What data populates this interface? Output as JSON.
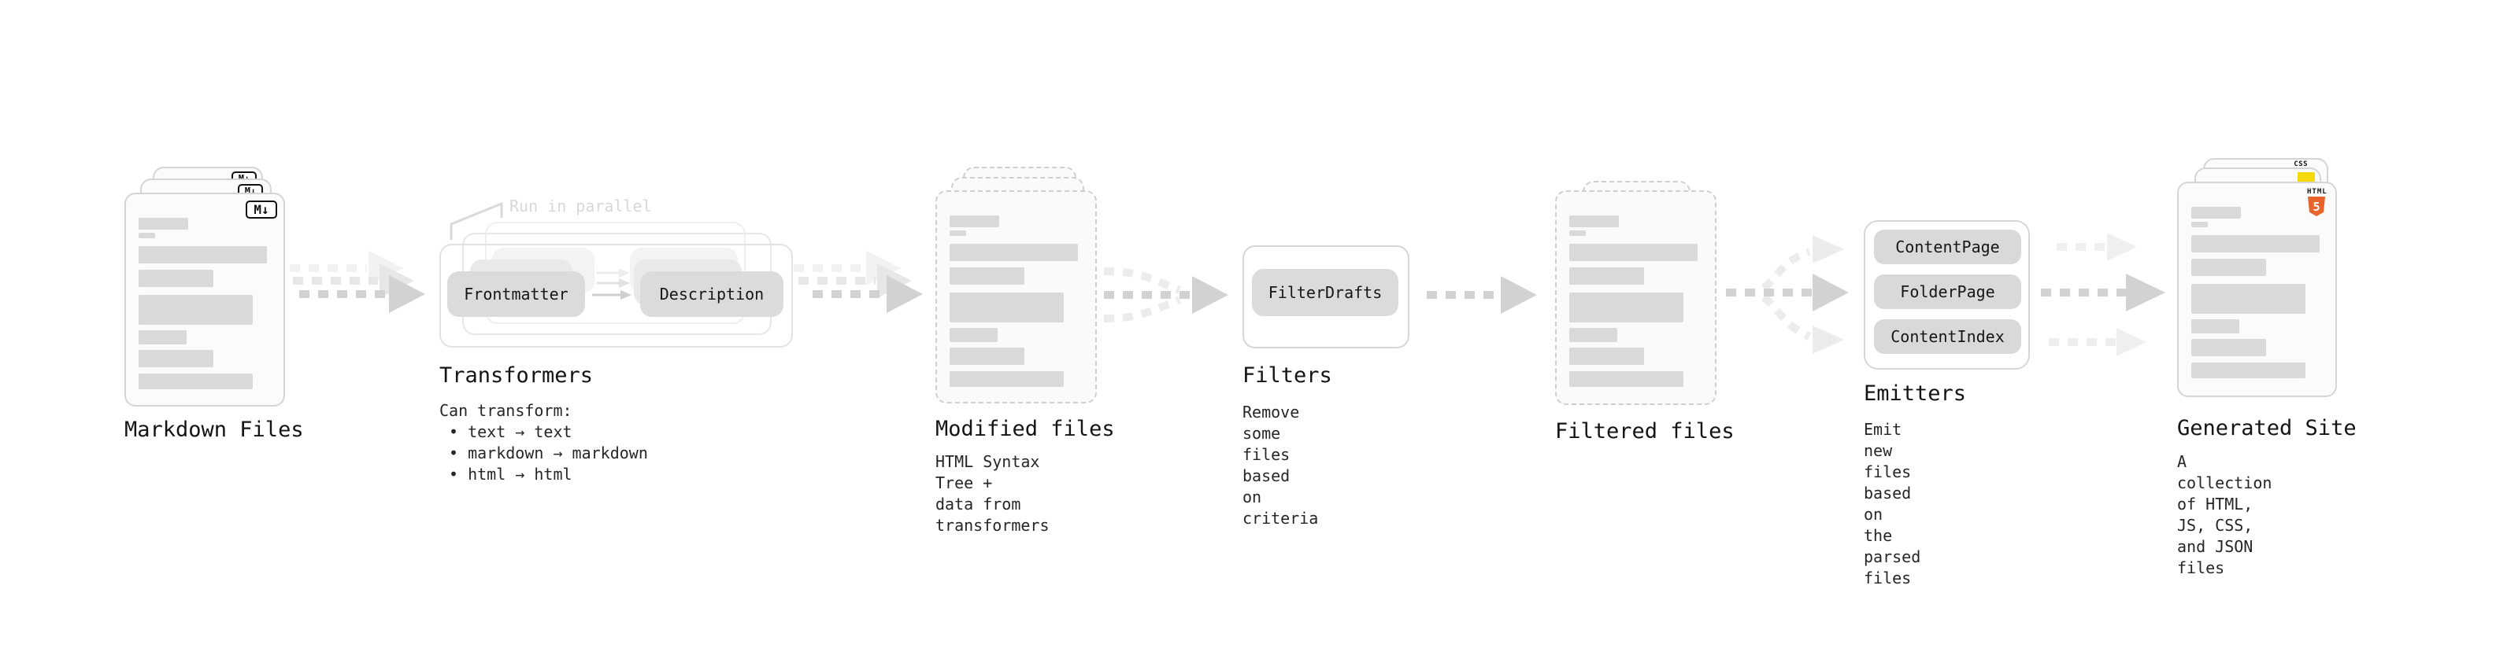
{
  "diagram": {
    "markdown": {
      "label": "Markdown Files",
      "badge": "M↓"
    },
    "transformers": {
      "label": "Transformers",
      "note": "Run in parallel",
      "chip_left": "Frontmatter",
      "chip_right": "Description",
      "caption_intro": "Can transform:",
      "bullets": [
        "• text → text",
        "• markdown → markdown",
        "• html → html"
      ]
    },
    "modified": {
      "label": "Modified files",
      "caption": "HTML Syntax Tree +\ndata from transformers"
    },
    "filters": {
      "label": "Filters",
      "chip": "FilterDrafts",
      "caption": "Remove some files based\non criteria"
    },
    "filtered": {
      "label": "Filtered files"
    },
    "emitters": {
      "label": "Emitters",
      "buttons": [
        "ContentPage",
        "FolderPage",
        "ContentIndex"
      ],
      "caption": "Emit new files based on\nthe parsed files"
    },
    "generated": {
      "label": "Generated Site",
      "caption": "A collection of HTML,\nJS, CSS, and JSON files",
      "css_badge": "CSS",
      "html_badge_label": "HTML",
      "html_badge_number": "5"
    }
  },
  "colors": {
    "arrow": "#d2d2d2",
    "arrow_ghost": "#e7e7e7",
    "arrow_faint": "#ececec",
    "doc_bar": "#d9d9d9",
    "html5_orange": "#e8642c",
    "js_yellow": "#f5d90a",
    "css_blue": "#2962f5"
  }
}
